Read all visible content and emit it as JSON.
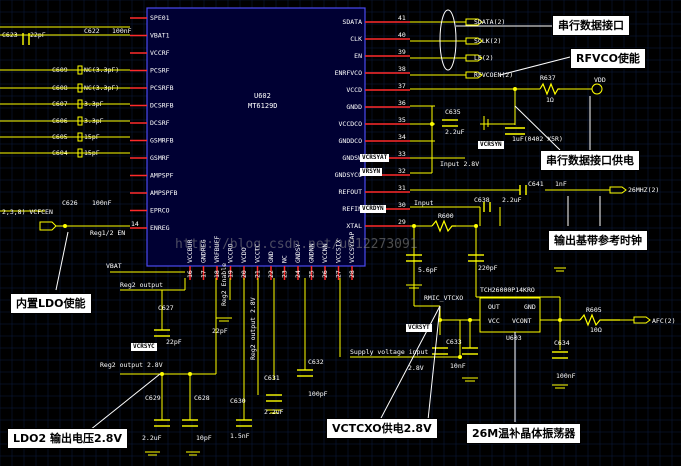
{
  "chip": {
    "ref": "U602",
    "part": "MT6129D"
  },
  "left_pins": [
    {
      "num": "",
      "name": "SPE01"
    },
    {
      "num": "",
      "name": "VBAT1"
    },
    {
      "num": "",
      "name": "VCCRF"
    },
    {
      "num": "",
      "name": "PCSRF"
    },
    {
      "num": "",
      "name": "PCSRFB"
    },
    {
      "num": "",
      "name": "DCSRFB"
    },
    {
      "num": "",
      "name": "DCSRF"
    },
    {
      "num": "",
      "name": "GSMRFB"
    },
    {
      "num": "",
      "name": "GSMRF"
    },
    {
      "num": "",
      "name": "AMPSPF"
    },
    {
      "num": "",
      "name": "AMPSPFB"
    },
    {
      "num": "",
      "name": "EPRCO"
    },
    {
      "num": "14",
      "name": "ENREG"
    }
  ],
  "right_pins": [
    {
      "num": "41",
      "name": "SDATA"
    },
    {
      "num": "40",
      "name": "CLK"
    },
    {
      "num": "39",
      "name": "EN"
    },
    {
      "num": "38",
      "name": "ENRFVCO"
    },
    {
      "num": "37",
      "name": "VCCD"
    },
    {
      "num": "36",
      "name": "GNDD"
    },
    {
      "num": "35",
      "name": "VCCDCO"
    },
    {
      "num": "34",
      "name": "GNDDCO"
    },
    {
      "num": "33",
      "name": "GNDSW"
    },
    {
      "num": "32",
      "name": "GNDSYCO"
    },
    {
      "num": "31",
      "name": "REFOUT"
    },
    {
      "num": "30",
      "name": "REFIN"
    },
    {
      "num": "29",
      "name": "XTAL"
    }
  ],
  "bottom_pins": [
    {
      "num": "16",
      "name": "VCCBUR"
    },
    {
      "num": "17",
      "name": "GNDREG"
    },
    {
      "num": "18",
      "name": "VRFBUFF"
    },
    {
      "num": "19",
      "name": "VCCRO"
    },
    {
      "num": "20",
      "name": "VCDO"
    },
    {
      "num": "21",
      "name": "VCCTC"
    },
    {
      "num": "22",
      "name": "GND"
    },
    {
      "num": "23",
      "name": "NC"
    },
    {
      "num": "24",
      "name": "GNDSY"
    },
    {
      "num": "25",
      "name": "GNDNN"
    },
    {
      "num": "26",
      "name": "VCCNN"
    },
    {
      "num": "27",
      "name": "VCCSIX"
    },
    {
      "num": "28",
      "name": "VCCSYCAP"
    }
  ],
  "left_caps": [
    {
      "ref": "C623",
      "val": "22pF"
    },
    {
      "ref": "C622",
      "val": "100nF"
    },
    {
      "ref": "C609",
      "val": "NC(3.3pF)"
    },
    {
      "ref": "C608",
      "val": "NC(3.3pF)"
    },
    {
      "ref": "C607",
      "val": "3.3pF"
    },
    {
      "ref": "C606",
      "val": "3.3pF"
    },
    {
      "ref": "C605",
      "val": "15pF"
    },
    {
      "ref": "C604",
      "val": "15pF"
    },
    {
      "ref": "C626",
      "val": "100nF"
    }
  ],
  "net_labels": {
    "sda": "SDATA(2)",
    "sclk": "SCLK(2)",
    "le": "LE(2)",
    "rfvcoen": "RFVCOEN(2)",
    "vdd": "VDD",
    "r637": "R637",
    "r637_val": "1Ω",
    "c635": "C635",
    "c635_val": "2.2uF",
    "c636_val": "1uF(0402 X5R)",
    "input28": "Input 2.8V",
    "c641": "C641",
    "c641_val": "1nF",
    "mhz26": "26MHZ(2)",
    "input_refin": "Input",
    "c638": "C638",
    "c638_val": "2.2uF",
    "r600": "R600",
    "c_56": "5.6pF",
    "c_220": "220pF",
    "vcxo_part": "TCH26000P14KRO",
    "rmic": "RMIC_VTCXO",
    "out": "OUT",
    "gnd": "GND",
    "vcc": "VCC",
    "vcont": "VCONT",
    "u603": "U603",
    "c633": "C633",
    "c633_val": "10nF",
    "v28": "2.8V",
    "c634": "C634",
    "c634_val": "100nF",
    "r605": "R605",
    "r605_val": "10Ω",
    "afc": "AFC(2)",
    "supply": "Supply voltage input",
    "vcfen": "2,3,8) VCFCEN",
    "reg_en": "Reg1/2 EN",
    "vbat": "VBAT",
    "reg2_out": "Reg2 output",
    "c627": "C627",
    "c627_val": "22pF",
    "c_22pf": "22pF",
    "reg2_out2": "Reg2 output 2.8V",
    "reg2_out3": "Reg2 output 2.8V",
    "c629": "C629",
    "c629_val": "2.2uF",
    "c628": "C628",
    "c628_val": "10pF",
    "c630": "C630",
    "c630_val": "1.5nF",
    "c631": "C631",
    "c631_val": "2.2uF",
    "c632": "C632",
    "c632_val": "100pF",
    "reg_out_lbl": "Reg2 output 2.8V",
    "reg_en_2": "Reg2 Enable"
  },
  "tags": {
    "vcrsy": "VCRSYAT",
    "vcrsyn": "VCRSYN",
    "vcrdy": "VCRDYN",
    "vcrsyt": "VCRSYT",
    "vcrsyc": "VCRSYC",
    "vrsyx": "VRSYN"
  },
  "watermark": "http://blog.csdn.net/u012273091",
  "callouts": {
    "serial": "串行数据接口",
    "rfvco": "RFVCO使能",
    "serial_power": "串行数据接口供电",
    "clock_out": "输出基带参考时钟",
    "ldo_enable": "内置LDO使能",
    "ldo2": "LDO2 输出电压2.8V",
    "vctcxo": "VCTCXO供电2.8V",
    "crystal": "26M温补晶体振荡器"
  },
  "colors": {
    "background": "#000000",
    "chip_fill": "#000033",
    "chip_border": "#4a4af0",
    "wire": "#ffff00",
    "pin": "#ff2a2a",
    "junction": "#ffff00",
    "pointer": "#ffffff",
    "text": "#ffffff"
  }
}
